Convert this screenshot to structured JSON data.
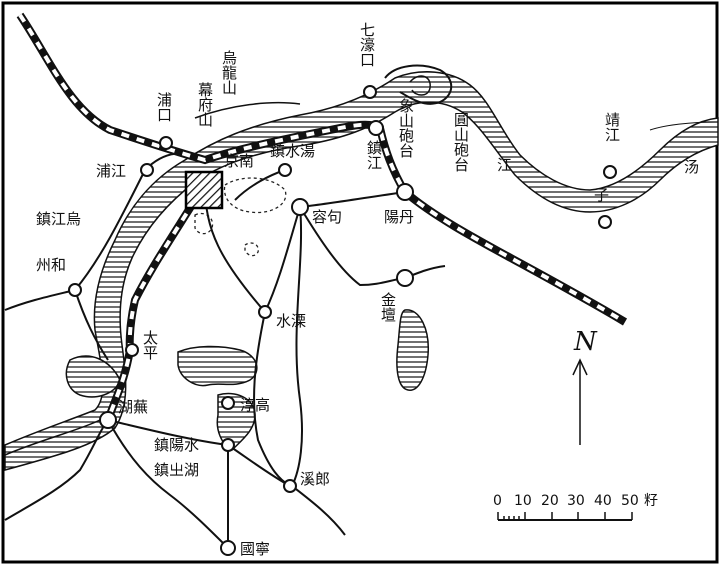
{
  "labels": {
    "qihuakou": "七濠口",
    "wulongshan": "烏龍山",
    "mufushan": "幕府山",
    "pukou": "浦口",
    "pujiang": "浦江",
    "jingnan": "京南",
    "zhenshuitang": "鎮水湯",
    "zhenjiang_top": "鎮江",
    "xiangshan": "象山砲台",
    "yuanshan": "圓山砲台",
    "jingjiang": "靖江",
    "jiang": "江",
    "zi": "子",
    "yang": "汤",
    "rongju": "容句",
    "yangdan": "陽丹",
    "zhenjiangwu": "鎮江烏",
    "zhouhe": "州和",
    "jintan": "金壇",
    "shuiyang": "水溧",
    "taiping": "太平",
    "wuhu": "湖蕪",
    "chungao": "淳高",
    "zhenyangshui": "鎮陽水",
    "zhenzhihu": "鎮㞢湖",
    "xilang": "溪郎",
    "guoning": "國寧"
  },
  "legend": {
    "north": "N",
    "scale_ticks": [
      "0",
      "10",
      "20",
      "30",
      "40",
      "50"
    ],
    "scale_unit": "籽"
  }
}
